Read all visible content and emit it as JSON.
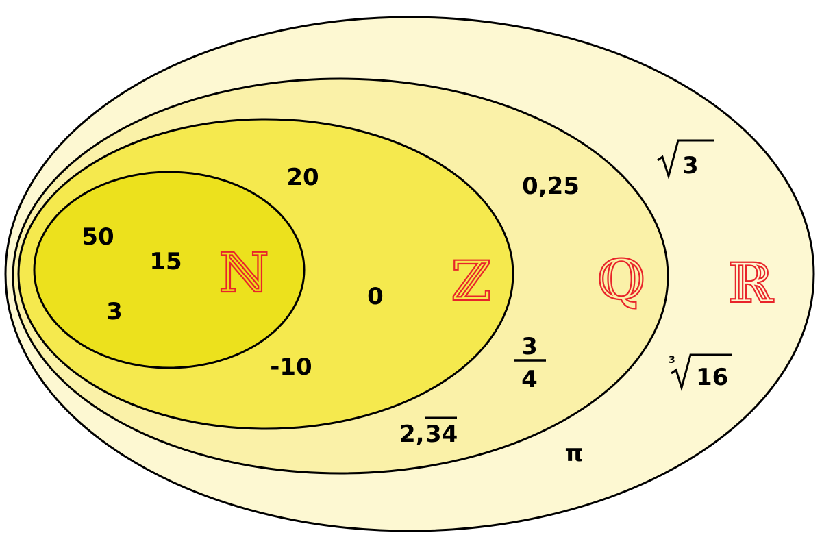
{
  "colors": {
    "real_fill": "#fdf8d2",
    "rational_fill": "#faf1a8",
    "integer_fill": "#f5e94e",
    "natural_fill": "#ece11d",
    "outline": "#000000",
    "set_label": "#e8242a"
  },
  "sets": {
    "natural": "ℕ",
    "integer": "ℤ",
    "rational": "ℚ",
    "real": "ℝ"
  },
  "numbers": {
    "natural": [
      "50",
      "15",
      "3"
    ],
    "integer": [
      "20",
      "0",
      "-10"
    ],
    "rational": {
      "decimal": "0,25",
      "fraction_numerator": "3",
      "fraction_denominator": "4",
      "repeating_prefix": "2,",
      "repeating_digits": "34"
    },
    "real": {
      "sqrt_radicand": "3",
      "cbrt_index": "3",
      "cbrt_radicand": "16",
      "pi": "π"
    }
  }
}
